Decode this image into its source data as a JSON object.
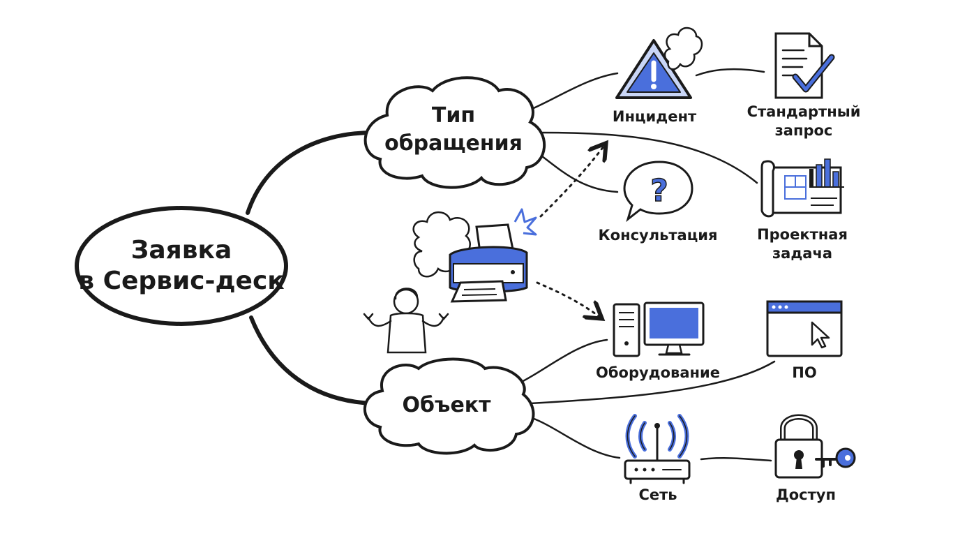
{
  "diagram": {
    "root": {
      "line1": "Заявка",
      "line2": "в Сервис-деск"
    },
    "type_branch": {
      "line1": "Тип",
      "line2": "обращения"
    },
    "object_branch": {
      "label": "Объект"
    },
    "type_items": [
      {
        "label": "Инцидент",
        "icon": "warning-icon"
      },
      {
        "line1": "Стандартный",
        "line2": "запрос",
        "icon": "checklist-icon"
      },
      {
        "label": "Консультация",
        "icon": "question-icon"
      },
      {
        "line1": "Проектная",
        "line2": "задача",
        "icon": "blueprint-icon"
      }
    ],
    "object_items": [
      {
        "label": "Оборудование",
        "icon": "computer-icon"
      },
      {
        "label": "ПО",
        "icon": "app-window-icon"
      },
      {
        "label": "Сеть",
        "icon": "router-icon"
      },
      {
        "label": "Доступ",
        "icon": "lock-key-icon"
      }
    ],
    "illustration": {
      "printer": "broken-printer-icon",
      "person": "confused-person-icon"
    }
  },
  "colors": {
    "ink": "#1a1a1a",
    "accent": "#4a6fdc",
    "accent_light": "#c9d6f7"
  }
}
